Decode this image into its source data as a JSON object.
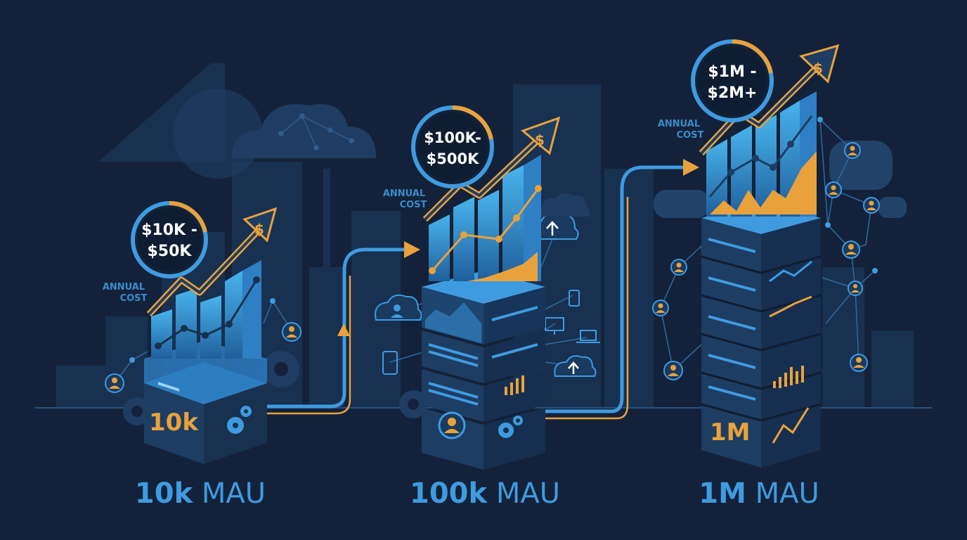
{
  "tiers": [
    {
      "server_number": "10k",
      "cost_line1": "$10K -",
      "cost_line2": "$50K",
      "annual_line1": "ANNUAL",
      "annual_line2": "COST",
      "label_bold": "10k",
      "label_unit": "MAU"
    },
    {
      "server_number": "",
      "cost_line1": "$100K-",
      "cost_line2": "$500K",
      "annual_line1": "ANNUAL",
      "annual_line2": "COST",
      "label_bold": "100k",
      "label_unit": "MAU"
    },
    {
      "server_number": "1M",
      "cost_line1": "$1M -",
      "cost_line2": "$2M+",
      "annual_line1": "ANNUAL",
      "annual_line2": "COST",
      "label_bold": "1M",
      "label_unit": "MAU"
    }
  ],
  "colors": {
    "background": "#13223a",
    "accent_blue": "#3f9be0",
    "accent_orange": "#e9a23b",
    "server_dark": "#1b3556"
  }
}
